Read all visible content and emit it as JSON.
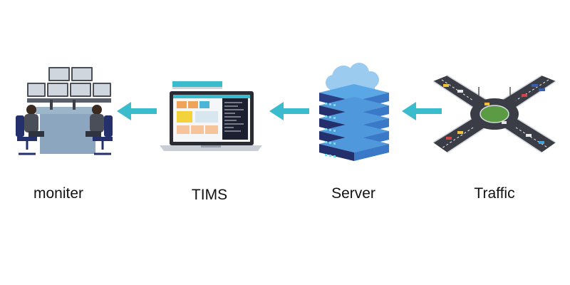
{
  "flow": [
    {
      "id": "monitor",
      "label": "moniter",
      "icon": "control-room-icon"
    },
    {
      "id": "tims",
      "label": "TIMS",
      "icon": "laptop-dashboard-icon"
    },
    {
      "id": "server",
      "label": "Server",
      "icon": "cloud-server-stack-icon"
    },
    {
      "id": "traffic",
      "label": "Traffic",
      "icon": "intersection-roundabout-icon"
    }
  ],
  "colors": {
    "arrow": "#3bbccc",
    "server_dark": "#23306b",
    "server_light": "#3a78c8",
    "cloud": "#9ccbf0",
    "laptop_frame": "#2b2b33",
    "road": "#3a3d45",
    "grass": "#5a9b44"
  }
}
